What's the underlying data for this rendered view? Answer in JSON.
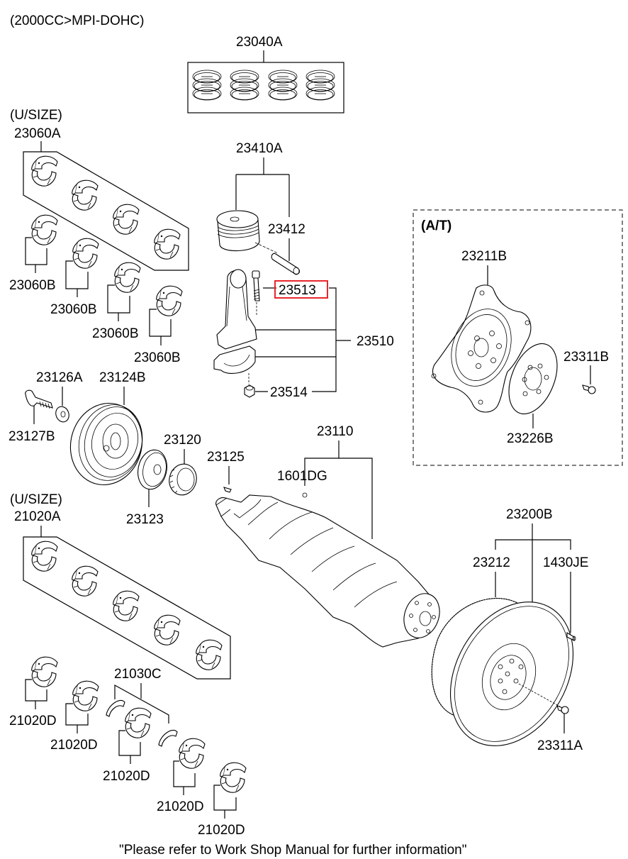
{
  "diagram": {
    "engine_spec": "(2000CC>MPI-DOHC)",
    "footer_note": "\"Please refer to Work Shop Manual for further information\"",
    "highlight_color": "#e8262b",
    "highlighted_part": "23513",
    "groups": {
      "at_group_label": "(A/T)",
      "usize_upper": "(U/SIZE)",
      "usize_lower": "(U/SIZE)"
    },
    "parts": {
      "p23040A": "23040A",
      "p23060A": "23060A",
      "p23060B_1": "23060B",
      "p23060B_2": "23060B",
      "p23060B_3": "23060B",
      "p23060B_4": "23060B",
      "p23410A": "23410A",
      "p23412": "23412",
      "p23513": "23513",
      "p23510": "23510",
      "p23514": "23514",
      "p23211B": "23211B",
      "p23311B": "23311B",
      "p23226B": "23226B",
      "p23126A": "23126A",
      "p23124B": "23124B",
      "p23127B": "23127B",
      "p23120": "23120",
      "p23123": "23123",
      "p23125": "23125",
      "p23110": "23110",
      "p1601DG": "1601DG",
      "p21020A": "21020A",
      "p23200B": "23200B",
      "p23212": "23212",
      "p1430JE": "1430JE",
      "p23311A": "23311A",
      "p21030C": "21030C",
      "p21020D_1": "21020D",
      "p21020D_2": "21020D",
      "p21020D_3": "21020D",
      "p21020D_4": "21020D",
      "p21020D_5": "21020D"
    }
  }
}
